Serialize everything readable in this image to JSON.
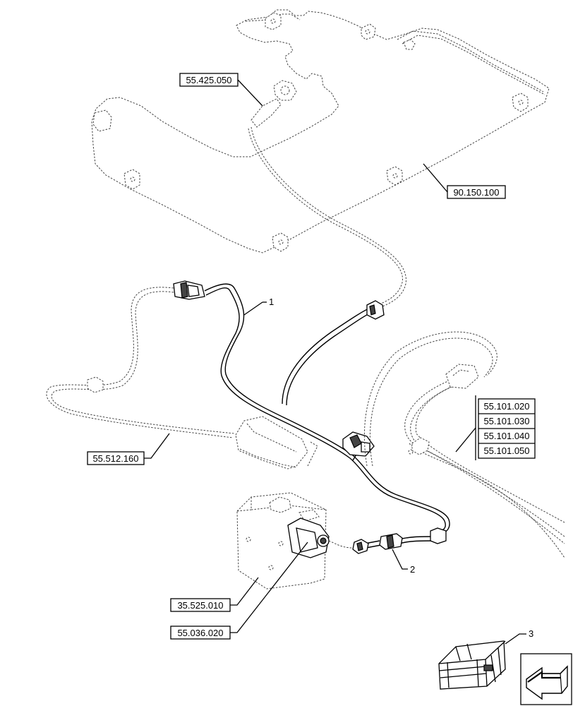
{
  "references": {
    "seat_base": "90.150.100",
    "seat_switch": "55.425.050",
    "pedal_unit": "55.512.160",
    "cab_harness": [
      "55.101.020",
      "55.101.030",
      "55.101.040",
      "55.101.050"
    ],
    "valve_block": "35.525.010",
    "solenoid": "55.036.020"
  },
  "callouts": {
    "item_1": "1",
    "item_2": "2",
    "item_3": "3"
  },
  "icons": {
    "package": "crate-icon",
    "navigation": "arrow-icon"
  }
}
